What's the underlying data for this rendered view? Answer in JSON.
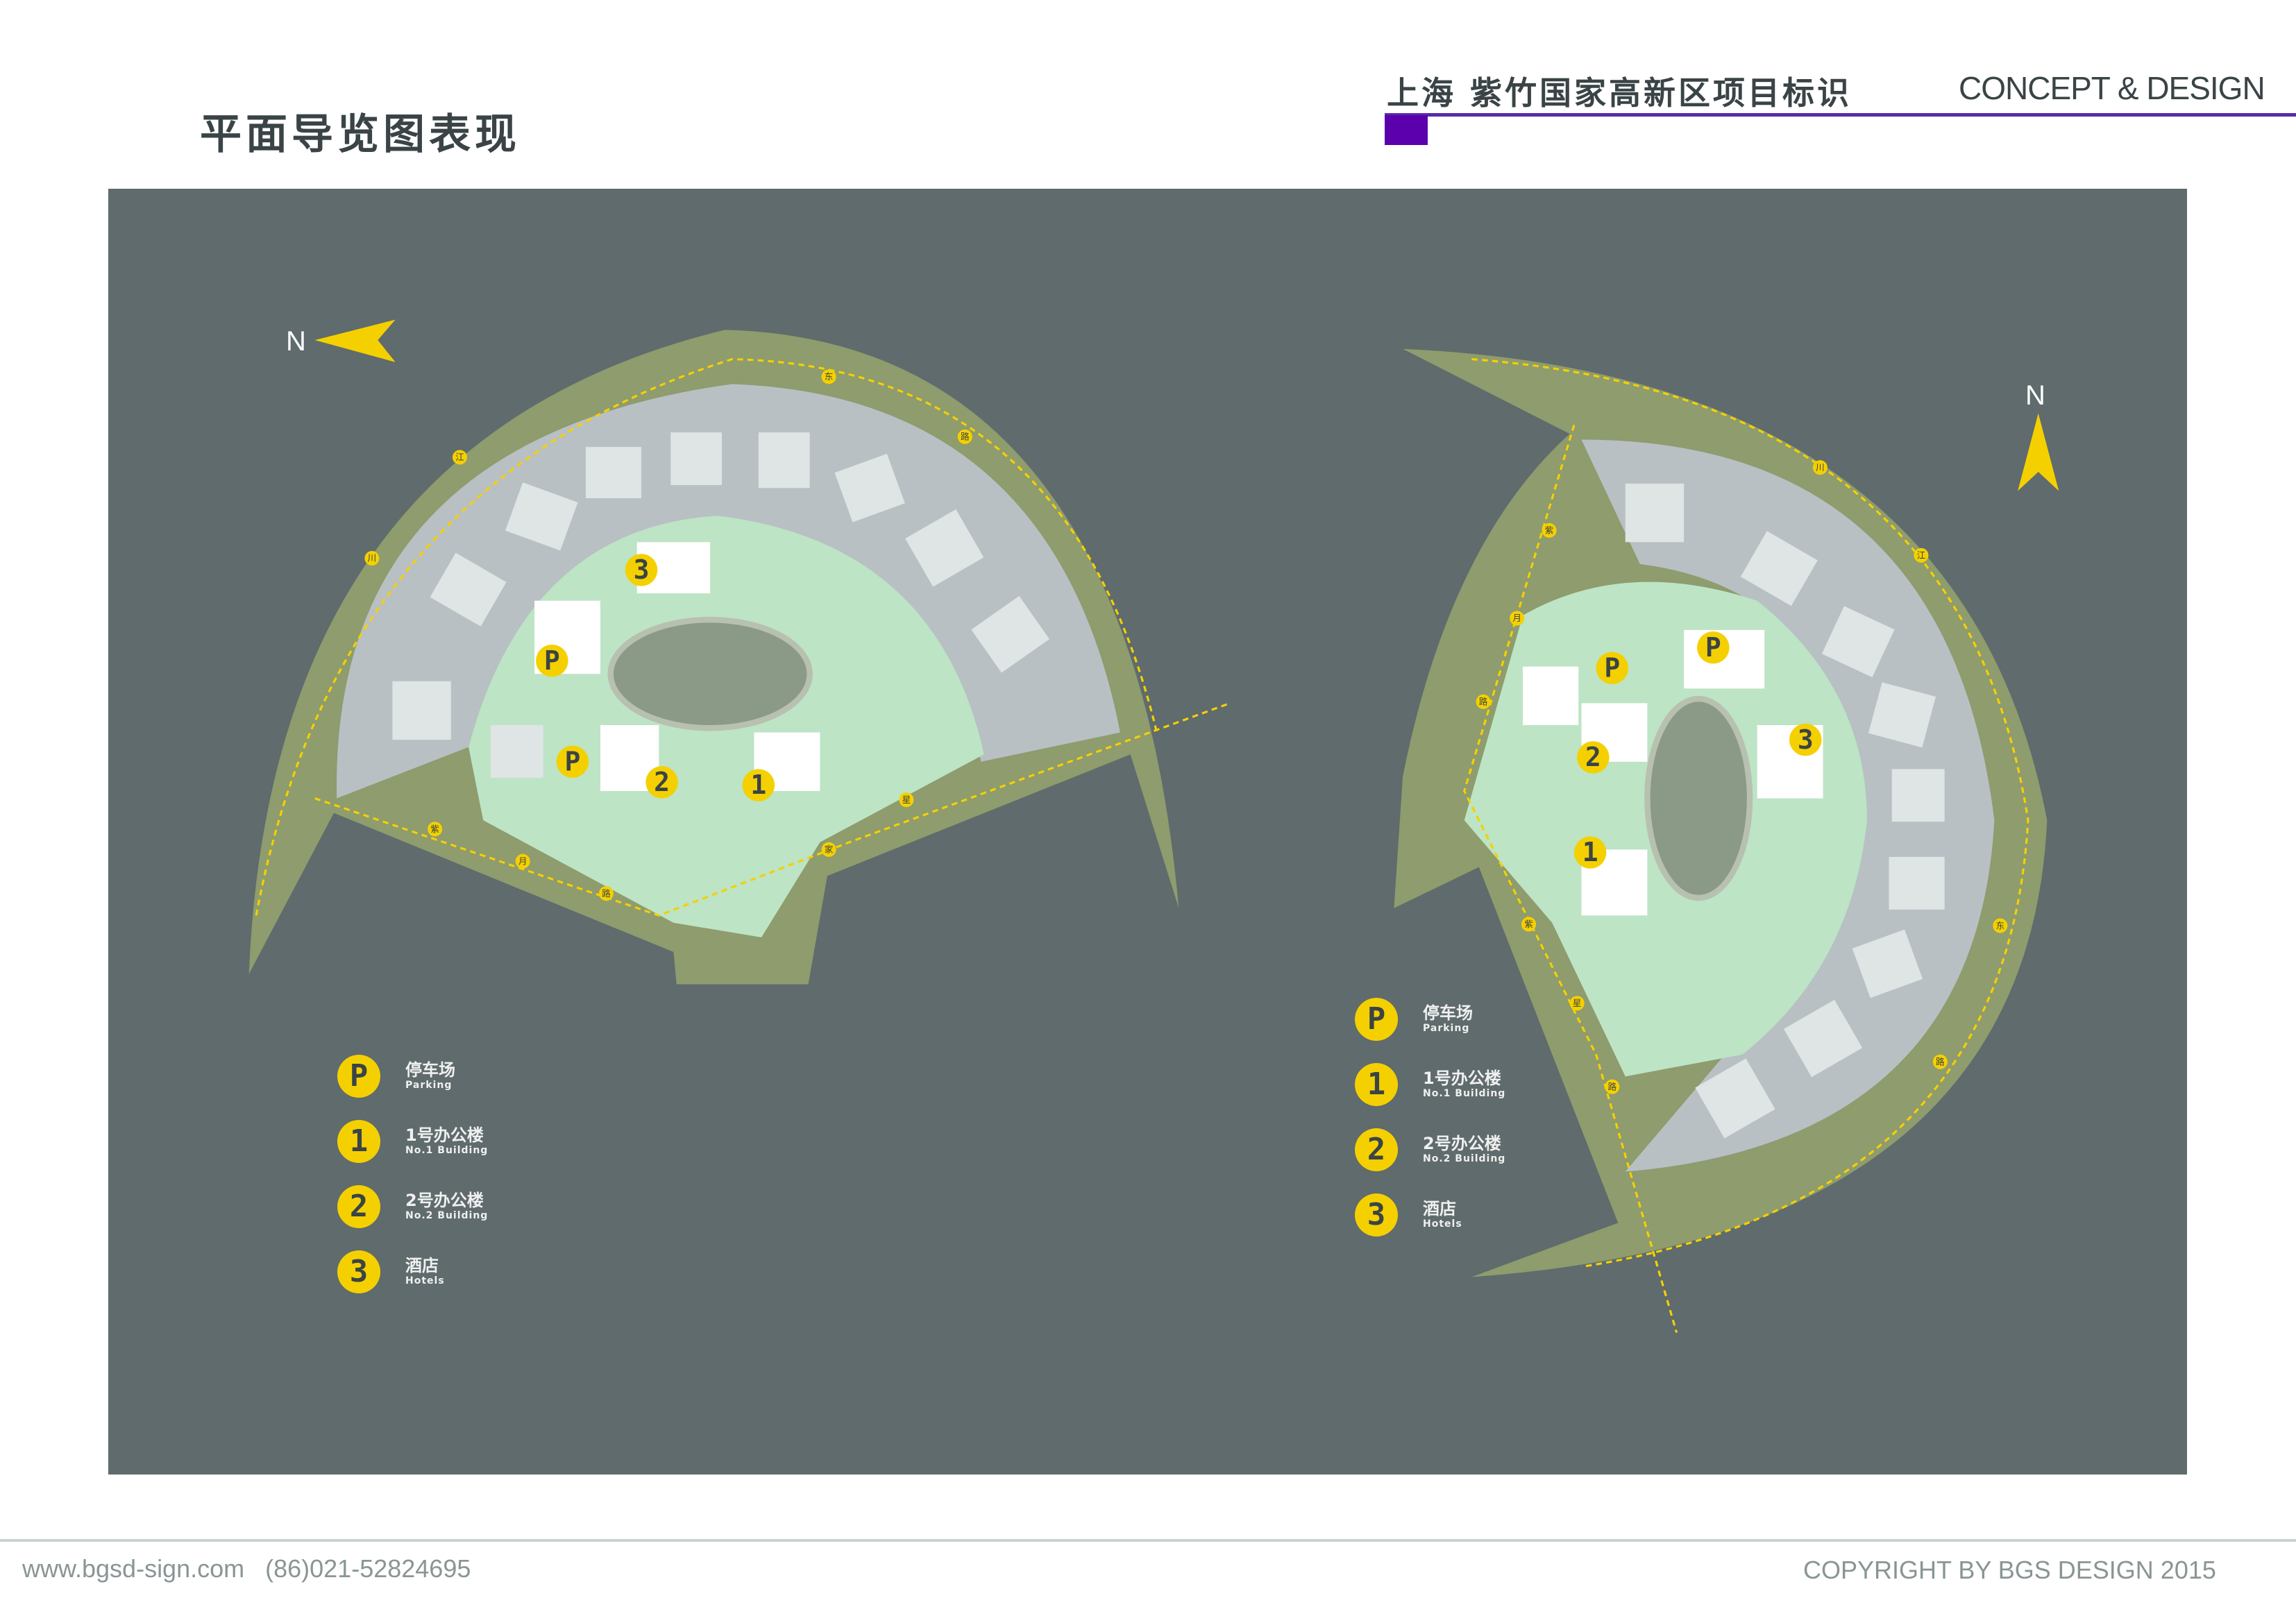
{
  "header": {
    "page_title": "平面导览图表现",
    "project_title": "上海 紫竹国家高新区项目标识",
    "concept": "CONCEPT & DESIGN",
    "accent_color": "#5c00ad"
  },
  "map": {
    "north_label": "N",
    "marker_color": "#f5d000",
    "markers": {
      "parking": "P",
      "b1": "1",
      "b2": "2",
      "hotel": "3"
    },
    "road_labels_left": [
      "江",
      "川",
      "东",
      "路",
      "紫",
      "月",
      "路",
      "星",
      "家"
    ],
    "road_labels_right": [
      "川",
      "江",
      "东",
      "路",
      "紫",
      "月",
      "路",
      "紫",
      "星",
      "路"
    ]
  },
  "legend": [
    {
      "icon": "P",
      "zh": "停车场",
      "en": "Parking"
    },
    {
      "icon": "1",
      "zh": "1号办公楼",
      "en": "No.1 Building"
    },
    {
      "icon": "2",
      "zh": "2号办公楼",
      "en": "No.2 Building"
    },
    {
      "icon": "3",
      "zh": "酒店",
      "en": "Hotels"
    }
  ],
  "footer": {
    "contact": "www.bgsd-sign.com   (86)021-52824695",
    "copyright": "COPYRIGHT BY BGS DESIGN 2015"
  }
}
